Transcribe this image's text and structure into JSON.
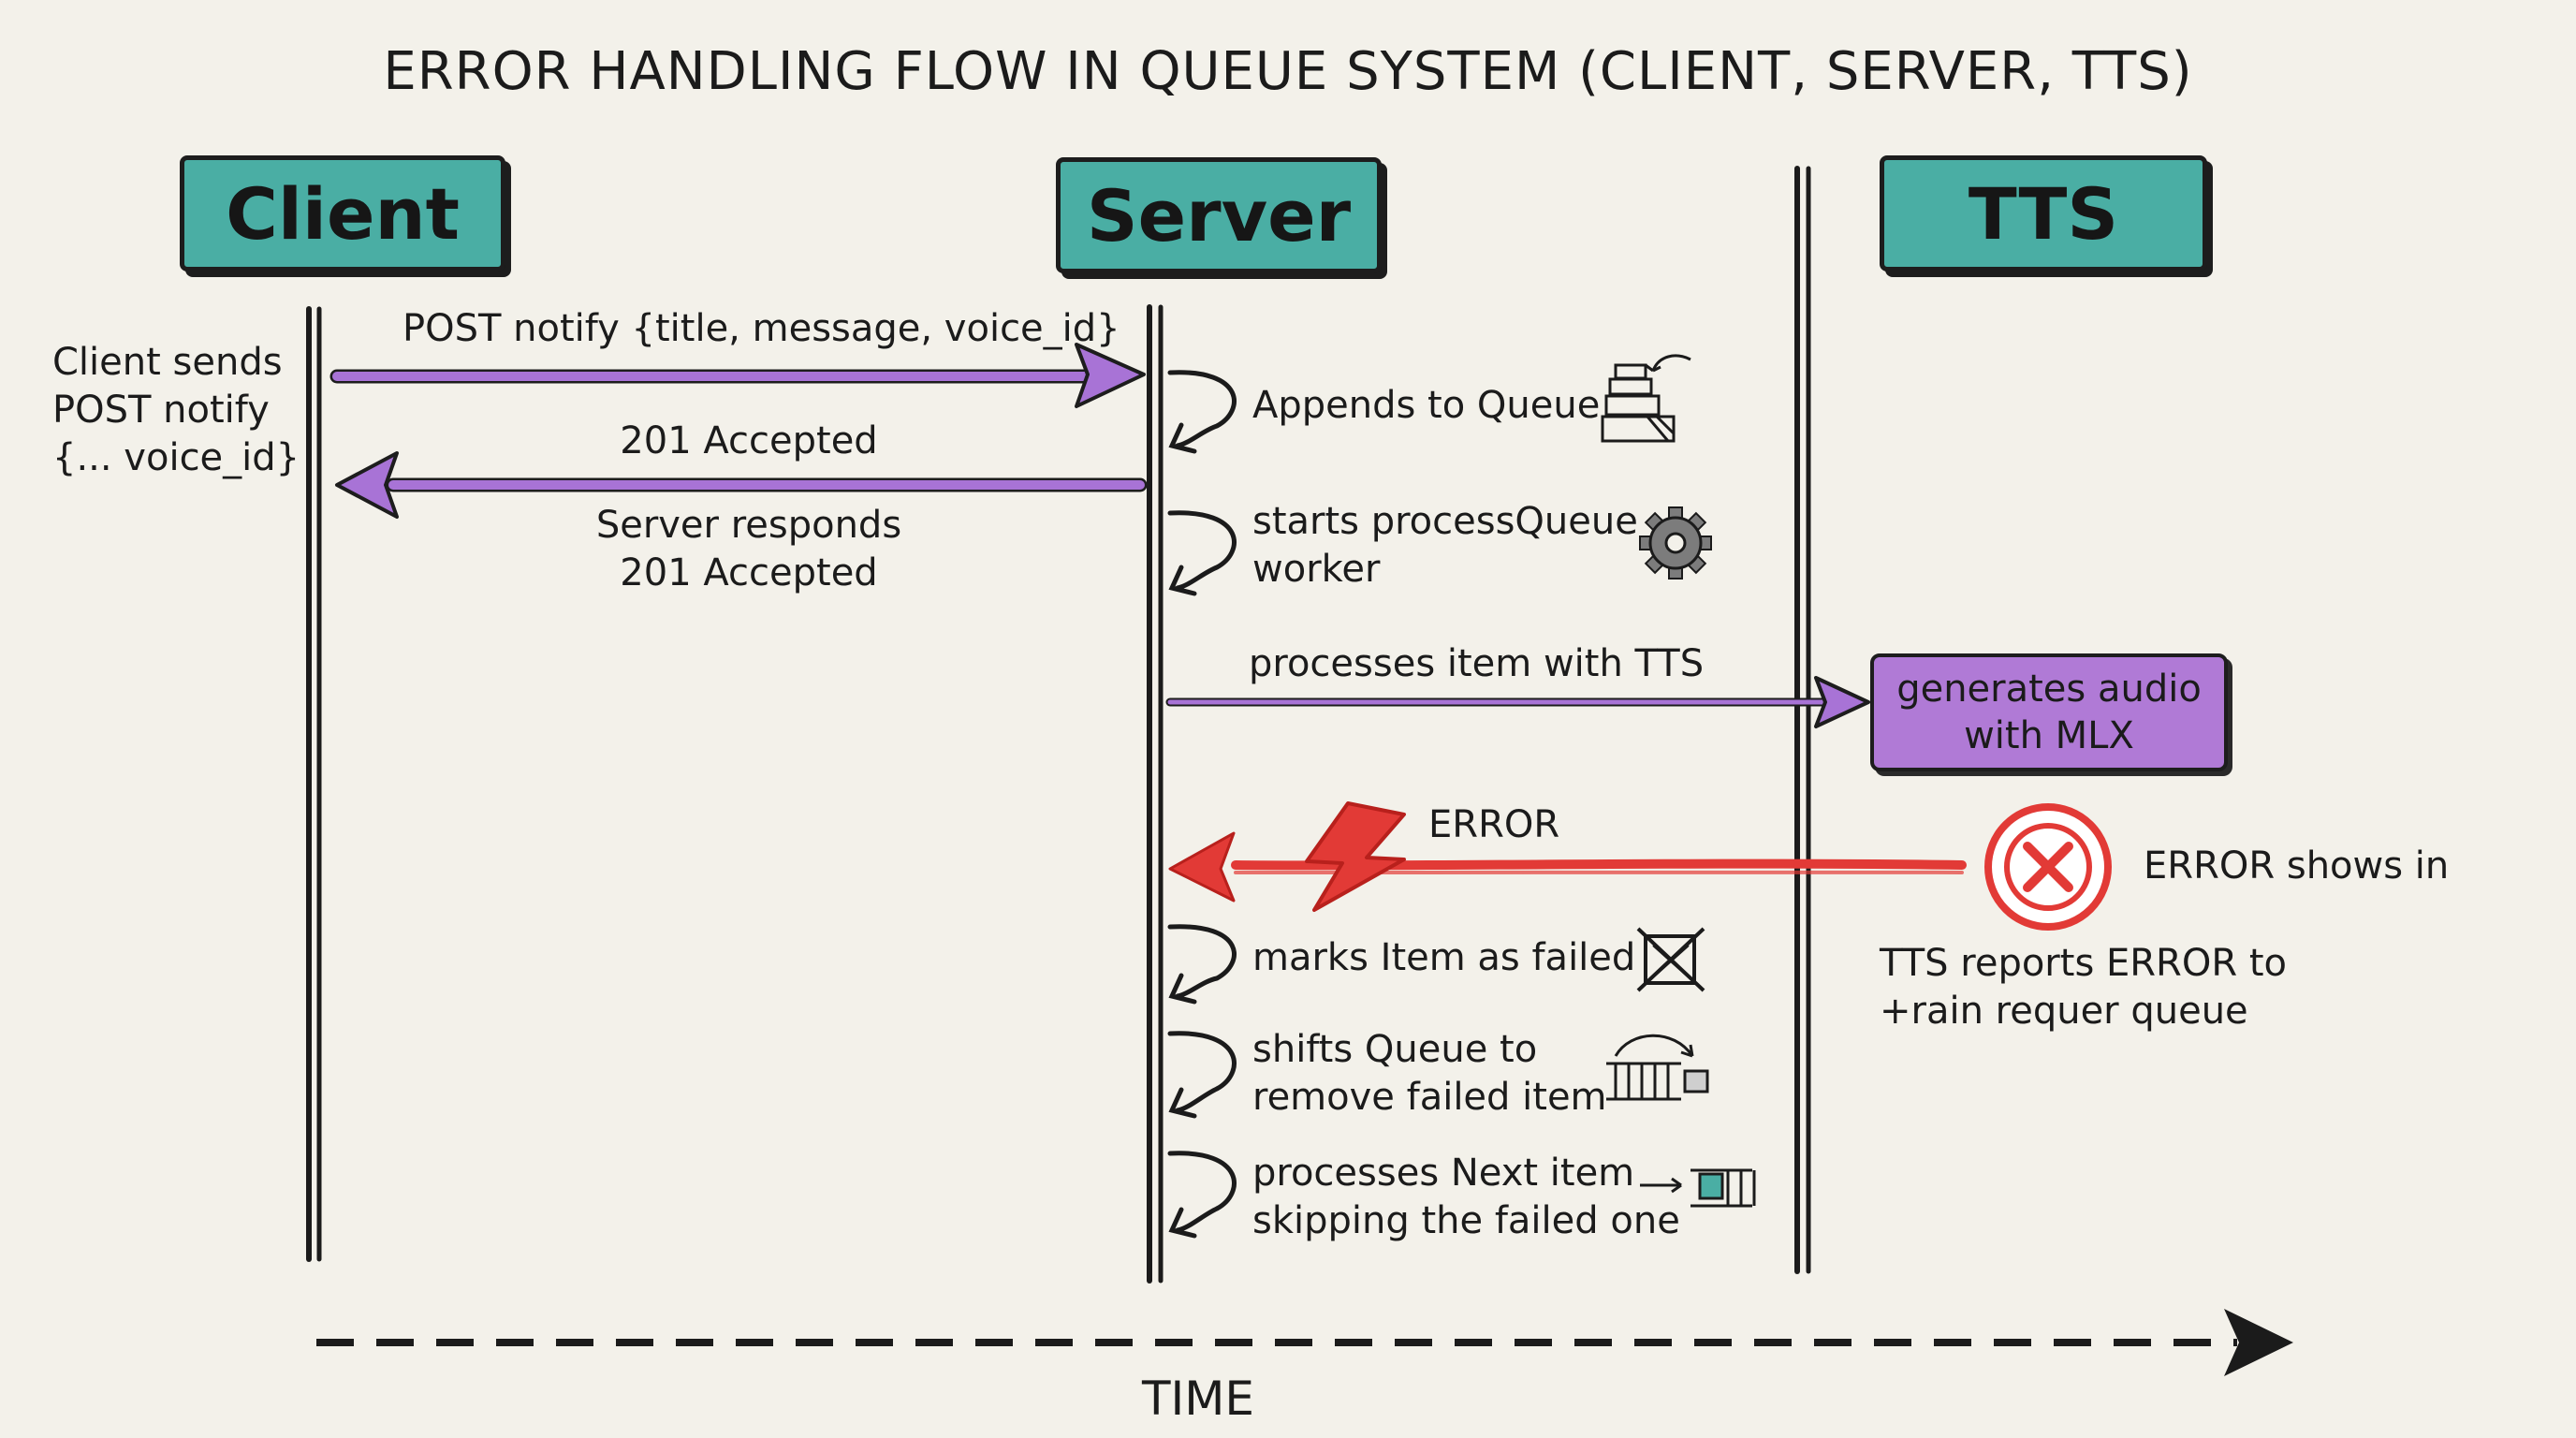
{
  "title": "ERROR HANDLING FLOW IN QUEUE SYSTEM (CLIENT, SERVER, TTS)",
  "actors": {
    "client": "Client",
    "server": "Server",
    "tts": "TTS"
  },
  "messages": {
    "post_notify": "POST notify {title, message, voice_id}",
    "accepted": "201 Accepted",
    "processes_tts": "processes item with TTS",
    "error": "ERROR"
  },
  "notes": {
    "client_sends": [
      "Client sends",
      "POST notify",
      "{... voice_id}"
    ],
    "server_responds": [
      "Server responds",
      "201 Accepted"
    ],
    "appends": "Appends to Queue",
    "starts_worker": [
      "starts processQueue",
      "worker"
    ],
    "marks_failed": "marks Item as failed",
    "shifts_queue": [
      "shifts Queue to",
      "remove failed item"
    ],
    "processes_next": [
      "processes Next item",
      "skipping the failed one"
    ],
    "generates_audio": [
      "generates audio",
      "with MLX"
    ],
    "error_shows": "ERROR shows in",
    "tts_reports": [
      "TTS reports ERROR to",
      "+rain requer queue"
    ]
  },
  "time_label": "TIME",
  "icons": [
    "queue-stack-icon",
    "gear-icon",
    "error-x-icon",
    "lightning-icon",
    "crossed-box-icon",
    "shift-queue-icon",
    "next-item-icon"
  ],
  "colors": {
    "background": "#f3f1ea",
    "actor": "#4aaea4",
    "message": "#a873d6",
    "error": "#e23a36",
    "outline": "#1d1d1d"
  }
}
